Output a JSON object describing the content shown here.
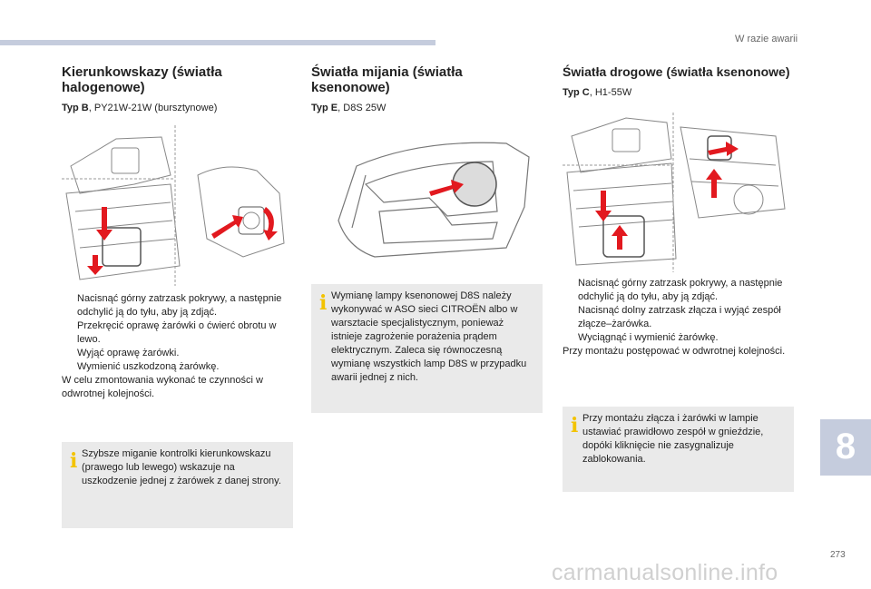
{
  "header": {
    "section_title": "W razie awarii"
  },
  "columns": [
    {
      "title": "Kierunkowskazy (światła halogenowe)",
      "type_label": "Typ B",
      "type_rest": ", PY21W-21W (bursztynowe)",
      "steps": [
        "Nacisnąć górny zatrzask pokrywy, a następnie odchylić ją do tyłu, aby ją zdjąć.",
        "Przekręcić oprawę żarówki o ćwierć obrotu w lewo.",
        "Wyjąć oprawę żarówki.",
        "Wymienić uszkodzoną żarówkę."
      ],
      "after_text": "W celu zmontowania wykonać te czynności w odwrotnej kolejności.",
      "note": "Szybsze miganie kontrolki kierunkowskazu (prawego lub lewego) wskazuje na uszkodzenie jednej z żarówek z danej strony."
    },
    {
      "title": "Światła mijania (światła ksenonowe)",
      "type_label": "Typ E",
      "type_rest": ", D8S 25W",
      "note": "Wymianę lampy ksenonowej D8S należy wykonywać w ASO sieci CITROËN albo w warsztacie specjalistycznym, ponieważ istnieje zagrożenie porażenia prądem elektrycznym. Zaleca się równoczesną wymianę wszystkich lamp D8S w przypadku awarii jednej z nich."
    },
    {
      "title": "Światła drogowe (światła ksenonowe)",
      "type_label": "Typ C",
      "type_rest": ", H1-55W",
      "steps": [
        "Nacisnąć górny zatrzask pokrywy, a następnie odchylić ją do tyłu, aby ją zdjąć.",
        "Nacisnąć dolny zatrzask złącza i wyjąć zespół złącze–żarówka.",
        "Wyciągnąć i wymienić żarówkę."
      ],
      "after_text": "Przy montażu postępować w odwrotnej kolejności.",
      "note": "Przy montażu złącza i żarówki w lampie ustawiać prawidłowo zespół w gnieździe, dopóki kliknięcie nie zasygnalizuje zablokowania."
    }
  ],
  "bullet_glyph": "",
  "info_glyph": "i",
  "chapter_number": "8",
  "page_number": "273",
  "watermark": "carmanualsonline.info",
  "colors": {
    "accent": "#c5ccdd",
    "arrow": "#e2191f",
    "note_bg": "#eaeaea",
    "info": "#f3c300"
  }
}
